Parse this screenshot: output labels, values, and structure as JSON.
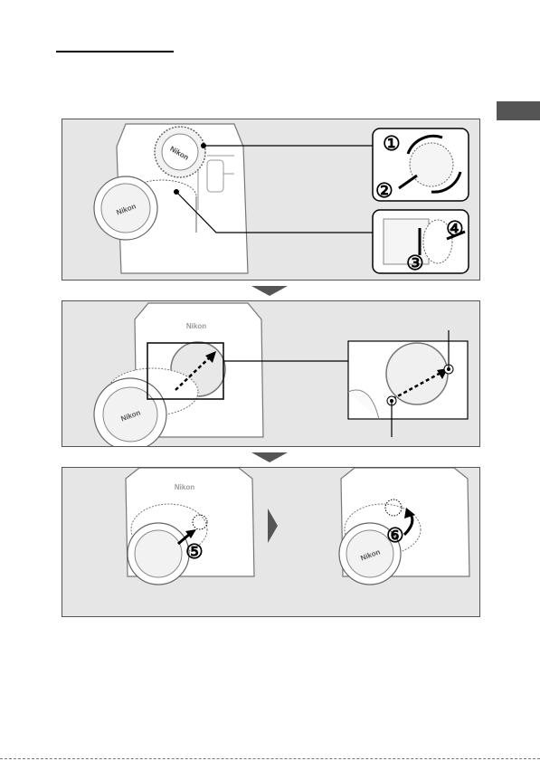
{
  "page": {
    "side_tab_color": "#555555",
    "panel_background": "#e6e6e6"
  },
  "steps": [
    {
      "id": 1,
      "numeral": "①"
    },
    {
      "id": 2,
      "numeral": "②"
    },
    {
      "id": 3,
      "numeral": "③"
    },
    {
      "id": 4,
      "numeral": "④"
    },
    {
      "id": 5,
      "numeral": "⑤"
    },
    {
      "id": 6,
      "numeral": "⑥"
    }
  ],
  "brand": {
    "cap_text": "Nikon",
    "body_text": "Nikon"
  },
  "icons": [
    "camera-body-icon",
    "lens-icon",
    "body-cap-icon",
    "rear-lens-cap-icon",
    "mount-index-mark-icon",
    "rotation-arrow-icon",
    "right-triangle-arrow-icon"
  ]
}
